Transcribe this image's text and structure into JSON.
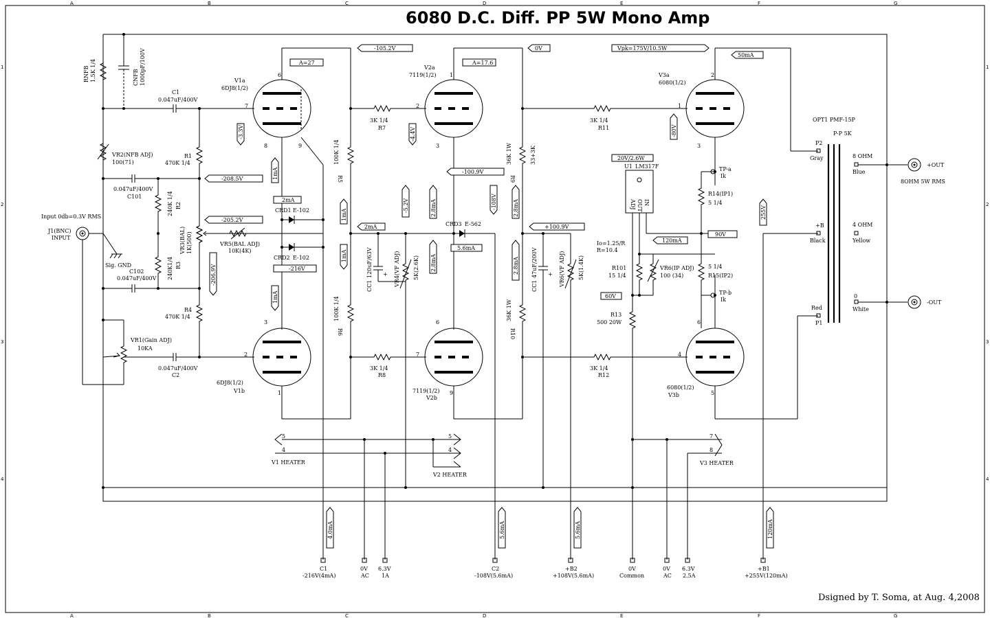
{
  "title": "6080 D.C. Diff. PP 5W Mono Amp",
  "credit": "Dsigned by T. Soma, at Aug. 4,2008",
  "border": {
    "cols": [
      "A",
      "B",
      "C",
      "D",
      "E",
      "F",
      "G"
    ],
    "rows": [
      "1",
      "2",
      "3",
      "4"
    ]
  },
  "tubes": {
    "v1a": {
      "name": "V1a",
      "type": "6DJ8(1/2)",
      "pins": [
        "6",
        "7",
        "8",
        "9"
      ]
    },
    "v1b": {
      "name": "V1b",
      "type": "6DJ8(1/2)",
      "pins": [
        "2",
        "3",
        "1"
      ]
    },
    "v2a": {
      "name": "V2a",
      "type": "7119(1/2)",
      "pins": [
        "1",
        "2",
        "3"
      ]
    },
    "v2b": {
      "name": "V2b",
      "type": "7119(1/2)",
      "pins": [
        "7",
        "6",
        "9"
      ]
    },
    "v3a": {
      "name": "V3a",
      "type": "6080(1/2)",
      "pins": [
        "2",
        "1",
        "3"
      ]
    },
    "v3b": {
      "name": "V3b",
      "type": "6080(1/2)",
      "pins": [
        "4",
        "6",
        "5"
      ]
    }
  },
  "labels": {
    "rnfb": "RNFB",
    "rnfb_v": "1.5K 1/4",
    "cnfb": "CNFB",
    "cnfb_v": "1000pF/100V",
    "c1": "C1",
    "c1_v": "0.047uF/400V",
    "c2": "C2",
    "c2_v": "0.047uF/400V",
    "c101": "C101",
    "c101_v": "0.047uF/400V",
    "c102": "C102",
    "c102_v": "0.047uF/400V",
    "vr2": "VR2(NFB ADJ)",
    "vr2_v": "100(71)",
    "r1": "R1",
    "r1_v": "470K 1/4",
    "r2": "R2",
    "r2_v": "240K 1/4",
    "r3": "R3",
    "r3_v": "240K1/4",
    "r4": "R4",
    "r4_v": "470K 1/4",
    "vr1": "VR1(Gain ADJ)",
    "vr1_v": "10KA",
    "vr3": "VR3(BAL)",
    "vr3_v": "1K(500)",
    "vr5": "VR5(BAL ADJ)",
    "vr5_v": "10K(4K)",
    "input": "Input 0db=0.3V RMS",
    "j1": "J1(BNC)",
    "j1_b": "INPUT",
    "sig_gnd": "Sig. GND",
    "crd1": "CRD1",
    "crd1_v": "E-102",
    "crd2": "CRD2",
    "crd2_v": "E-102",
    "crd3": "CRD3",
    "crd3_v": "E-562",
    "r5": "R5",
    "r5_v": "100K 1/4",
    "r6": "R6",
    "r6_v": "100K 1/4",
    "r7": "R7",
    "r7_v": "3K 1/4",
    "r8": "R8",
    "r8_v": "3K 1/4",
    "r9": "R9",
    "r9_v": "36K 1W",
    "r9_s": "33+3K",
    "r10": "R10",
    "r10_v": "36K 1W",
    "r11": "R11",
    "r11_v": "3K 1/4",
    "r12": "R12",
    "r12_v": "3K 1/4",
    "cc1a": "CC1",
    "cc1a_v": "120uF/63V",
    "cc1b": "CC1",
    "cc1b_v": "47uF/200V",
    "vr4": "VR4(VF ADJ)",
    "vr4_v": "5K(2.6K)",
    "vr6": "VR6(VF ADJ)",
    "vr6_v": "5K(1.4K)",
    "u1": "U1",
    "u1_v": "LM317F",
    "u1_adj": "ADJ",
    "u1_out": "OUT",
    "u1_in": "IN",
    "io": "Io=1.25/R",
    "io_r": "R=10.4",
    "r101": "R101",
    "r101_v": "15 1/4",
    "vr6b": "VR6(IP ADJ)",
    "vr6b_v": "100 (34)",
    "r13": "R13",
    "r13_v": "500 20W",
    "r14": "R14(IP1)",
    "r14_v": "5 1/4",
    "r15": "R15(IP2)",
    "r15_v": "5 1/4",
    "tpa": "TP-a",
    "tpa_b": "Ik",
    "tpb": "TP-b",
    "tpb_b": "Ik",
    "opt1": "OPT1 PMF-15P",
    "opt1_b": "P-P 5K",
    "p2": "P2",
    "gray": "Gray",
    "bplus": "+B",
    "black": "Black",
    "red": "Red",
    "p1": "P1",
    "ohm8": "8 OHM",
    "blue": "Blue",
    "ohm4": "4 OHM",
    "yellow": "Yellow",
    "ohm0": "0",
    "white": "White",
    "out_p": "+OUT",
    "out_n": "-OUT",
    "spk": "8OHM 5W RMS",
    "v1heater": "V1 HEATER",
    "v2heater": "V2 HEATER",
    "v3heater": "V3 HEATER",
    "h5": "5",
    "h4": "4",
    "h7": "7",
    "h8": "8"
  },
  "tags": {
    "a27": "A=27",
    "a176": "A=17.6",
    "t1052": "-105.2V",
    "t0v": "0V",
    "vpk": "Vpk=175V/10.5W",
    "t50ma": "50mA",
    "t33": "-3.3V",
    "t44": "-4.4V",
    "t80": "-80V",
    "t1ma_a": "1mA",
    "t1ma_b": "1mA",
    "t1ma_c": "1mA",
    "t1ma_d": "1mA",
    "t2085": "-208.5V",
    "t2ma_a": "2mA",
    "t2052": "-205.2V",
    "t216": "-216V",
    "t2069": "-206.9V",
    "t2ma_b": "2mA",
    "t52": "-5.2V",
    "t28a": "2.8mA",
    "t28b": "2.8mA",
    "t28c": "2.8mA",
    "t28d": "2.8mA",
    "t1009n": "-100.9V",
    "t108": "-108V",
    "t1009p": "+100.9V",
    "t56": "5.6mA",
    "t20v": "20V/2.6W",
    "t120": "120mA",
    "t60": "60V",
    "t90": "90V",
    "t255": "255V",
    "t40ma": "4.0mA",
    "t56a": "5.6mA",
    "t56b": "5.6mA",
    "t120b": "120mA"
  },
  "terminals": [
    {
      "id": "C1",
      "label": "C1",
      "sub": "-216V(4mA)"
    },
    {
      "id": "0VAC1",
      "label": "0V",
      "sub": "AC"
    },
    {
      "id": "63V1",
      "label": "6.3V",
      "sub": "1A"
    },
    {
      "id": "C2",
      "label": "C2",
      "sub": "-108V(5.6mA)"
    },
    {
      "id": "B2",
      "label": "+B2",
      "sub": "+108V(5.6mA)"
    },
    {
      "id": "0VC",
      "label": "0V",
      "sub": "Common"
    },
    {
      "id": "0VAC2",
      "label": "0V",
      "sub": "AC"
    },
    {
      "id": "63V2",
      "label": "6.3V",
      "sub": "2.5A"
    },
    {
      "id": "B1",
      "label": "+B1",
      "sub": "+255V(120mA)"
    }
  ]
}
